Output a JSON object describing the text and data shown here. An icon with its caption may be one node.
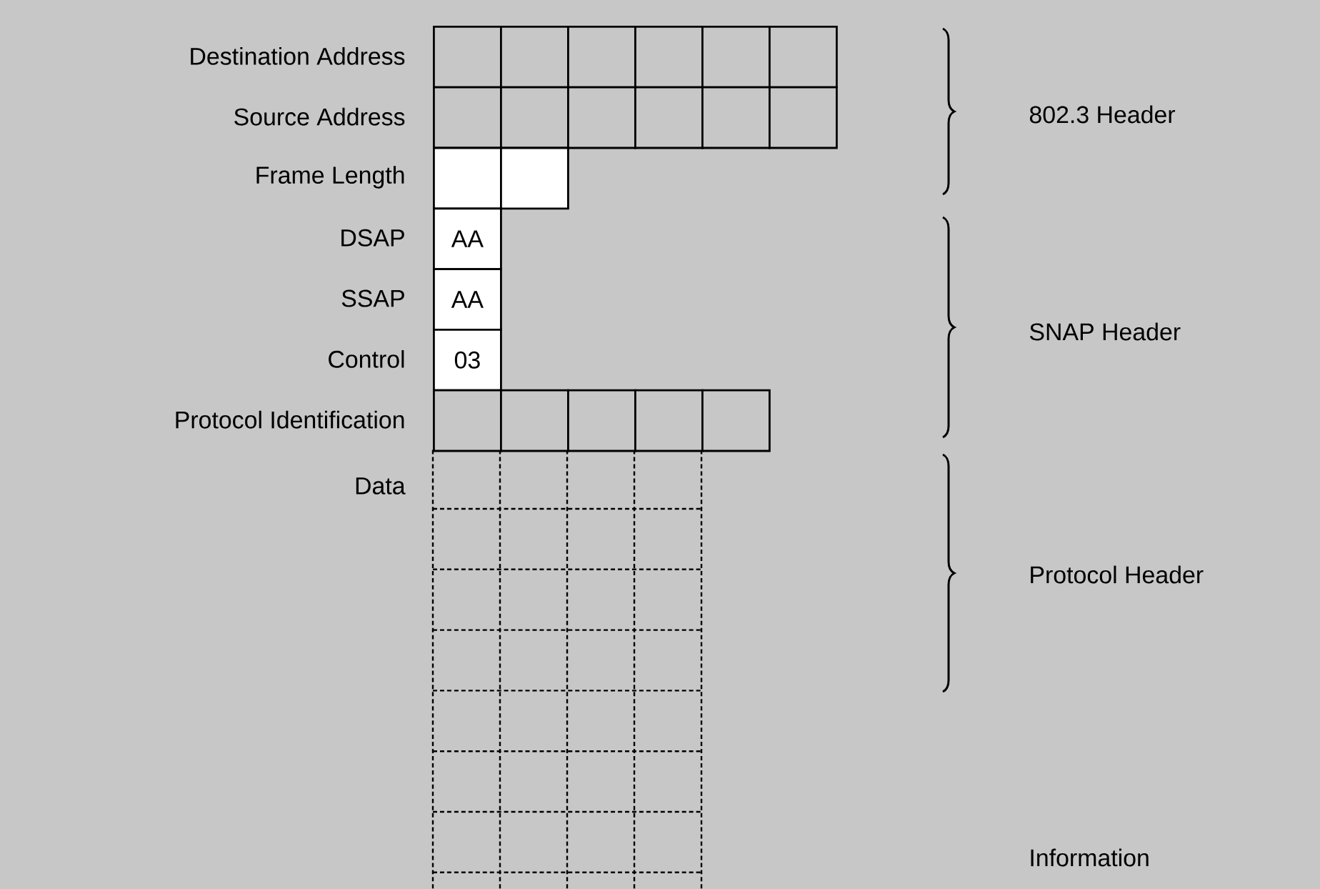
{
  "diagram": {
    "nodes": [
      {
        "text": [],
        "shape": "box"
      },
      {
        "text": [],
        "shape": "box"
      },
      {
        "text": [],
        "shape": "box"
      },
      {
        "text": [],
        "shape": "box"
      },
      {
        "text": [],
        "shape": "box"
      },
      {
        "text": [],
        "shape": "box"
      },
      {
        "text": [],
        "shape": "box"
      },
      {
        "text": [],
        "shape": "box"
      },
      {
        "text": [],
        "shape": "box"
      },
      {
        "text": [],
        "shape": "box"
      },
      {
        "text": [],
        "shape": "box"
      },
      {
        "text": [],
        "shape": "box"
      },
      {
        "text": [],
        "shape": "box"
      },
      {
        "text": [],
        "shape": "box"
      },
      {
        "text": [
          "AA"
        ]
      },
      {
        "text": [
          "AA"
        ]
      },
      {
        "text": [
          "03"
        ]
      },
      {
        "text": [],
        "shape": "box"
      },
      {
        "text": [],
        "shape": "box"
      },
      {
        "text": [],
        "shape": "box"
      },
      {
        "text": [],
        "shape": "box"
      },
      {
        "text": [],
        "shape": "box"
      }
    ],
    "labels": [
      "Destination Address",
      "Source Address",
      "Frame Length",
      "DSAP",
      "SSAP",
      "Control",
      "Protocol Identification",
      "Data",
      "802.3 Header",
      "SNAP Header",
      "Protocol Header",
      "Information"
    ]
  }
}
